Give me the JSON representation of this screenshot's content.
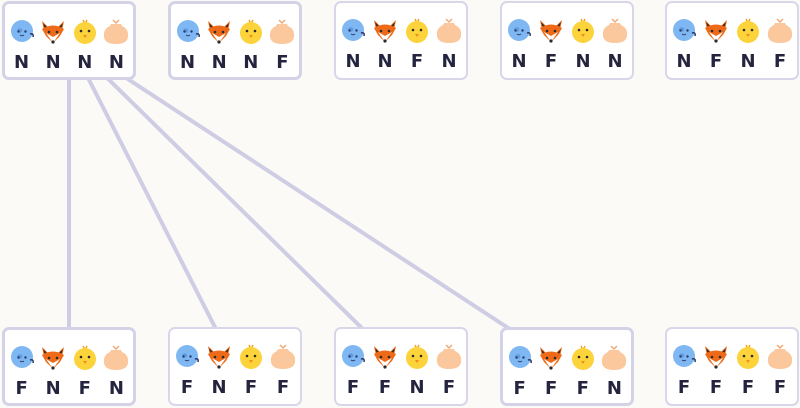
{
  "legend_icons": [
    {
      "name": "earth-icon",
      "color": "#7fb7f2"
    },
    {
      "name": "fox-icon",
      "color": "#ee6a18"
    },
    {
      "name": "chick-icon",
      "color": "#fcd33a"
    },
    {
      "name": "sack-icon",
      "color": "#fbc89d"
    }
  ],
  "states": [
    {
      "id": "NNNN",
      "letters": [
        "N",
        "N",
        "N",
        "N"
      ],
      "row": "top",
      "col": 0,
      "highlight": true
    },
    {
      "id": "NNNF",
      "letters": [
        "N",
        "N",
        "N",
        "F"
      ],
      "row": "top",
      "col": 1,
      "highlight": true
    },
    {
      "id": "NNFN",
      "letters": [
        "N",
        "N",
        "F",
        "N"
      ],
      "row": "top",
      "col": 2,
      "highlight": false
    },
    {
      "id": "NFNN",
      "letters": [
        "N",
        "F",
        "N",
        "N"
      ],
      "row": "top",
      "col": 3,
      "highlight": false
    },
    {
      "id": "NFNF",
      "letters": [
        "N",
        "F",
        "N",
        "F"
      ],
      "row": "top",
      "col": 4,
      "highlight": false
    },
    {
      "id": "FNFN",
      "letters": [
        "F",
        "N",
        "F",
        "N"
      ],
      "row": "bottom",
      "col": 0,
      "highlight": true
    },
    {
      "id": "FNFF",
      "letters": [
        "F",
        "N",
        "F",
        "F"
      ],
      "row": "bottom",
      "col": 1,
      "highlight": false
    },
    {
      "id": "FFNF",
      "letters": [
        "F",
        "F",
        "N",
        "F"
      ],
      "row": "bottom",
      "col": 2,
      "highlight": false
    },
    {
      "id": "FFFN",
      "letters": [
        "F",
        "F",
        "F",
        "N"
      ],
      "row": "bottom",
      "col": 3,
      "highlight": true
    },
    {
      "id": "FFFF",
      "letters": [
        "F",
        "F",
        "F",
        "F"
      ],
      "row": "bottom",
      "col": 4,
      "highlight": false
    }
  ],
  "edges": [
    {
      "from": "NNNN",
      "to": "FNFN"
    },
    {
      "from": "NNNN",
      "to": "FNFF"
    },
    {
      "from": "NNNN",
      "to": "FFNF"
    },
    {
      "from": "NNNN",
      "to": "FFFN"
    }
  ],
  "colors": {
    "edge": "#cfcde4",
    "border": "#d8d6e8",
    "letter": "#25243f",
    "background": "#fbfaf6"
  }
}
